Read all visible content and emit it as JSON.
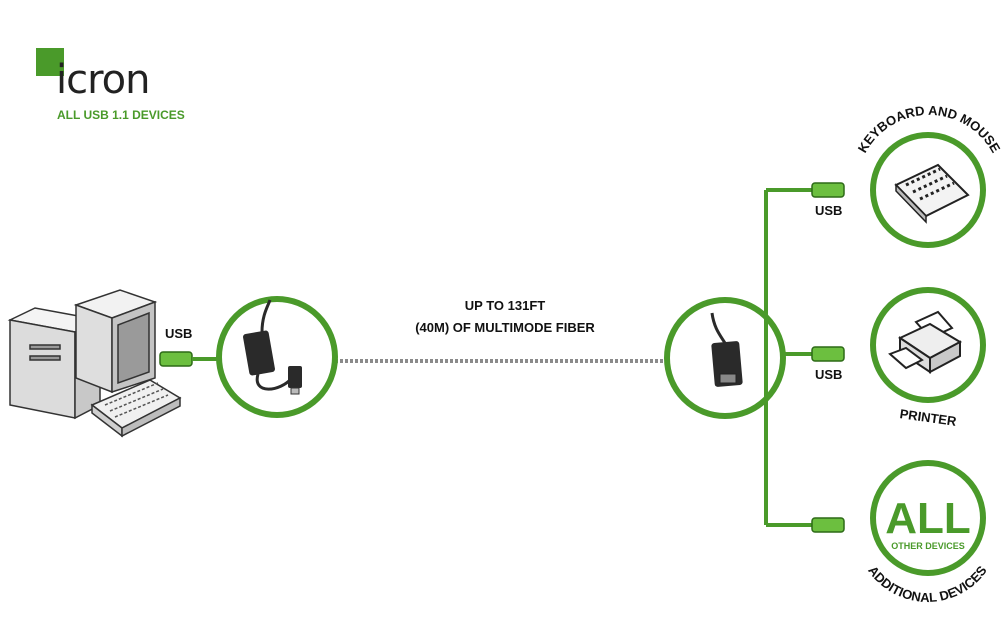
{
  "logo": {
    "wordmark": "icron",
    "tagline": "ALL USB 1.1 DEVICES"
  },
  "host": {
    "usb_label": "USB"
  },
  "fiber": {
    "line1": "UP TO 131FT",
    "line2": "(40M) OF MULTIMODE FIBER"
  },
  "devices": [
    {
      "usb_label": "USB",
      "caption": "KEYBOARD AND MOUSE"
    },
    {
      "usb_label": "USB",
      "caption": "PRINTER"
    },
    {
      "usb_label": "",
      "caption": "ADDITIONAL DEVICES",
      "badge": "ALL",
      "badge_sub": "OTHER DEVICES"
    }
  ],
  "colors": {
    "brand_green": "#4a9a2a",
    "fiber": "#8a8a8a",
    "ink": "#222222"
  }
}
